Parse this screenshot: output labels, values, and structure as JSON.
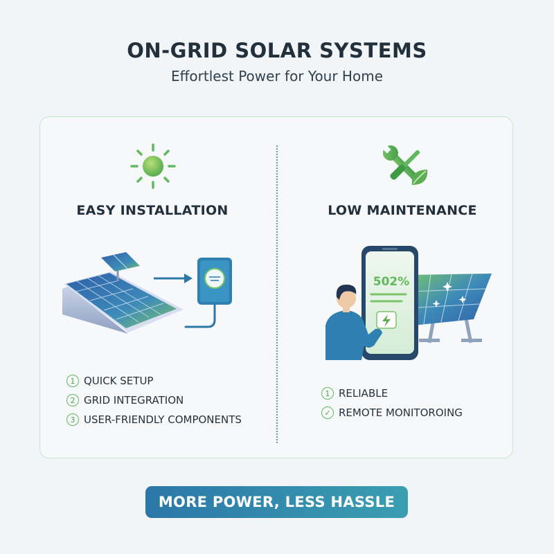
{
  "header": {
    "title": "ON-GRID SOLAR SYSTEMS",
    "subtitle": "Effortlest Power for Your Home"
  },
  "left_panel": {
    "icon": "sun-icon",
    "heading": "EASY INSTALLATION",
    "items": [
      {
        "marker": "1",
        "label": "QUICK SETUP"
      },
      {
        "marker": "2",
        "label": "GRID INTEGRATION"
      },
      {
        "marker": "3",
        "label": "USER-FRIENDLY COMPONENTS"
      }
    ]
  },
  "right_panel": {
    "icon": "wrench-leaf-icon",
    "heading": "LOW MAINTENANCE",
    "phone_reading": "502%",
    "items": [
      {
        "marker": "1",
        "label": "RELIABLE"
      },
      {
        "marker": "✓",
        "label": "REMOTE MONITOROING"
      }
    ]
  },
  "cta": {
    "label": "MORE POWER, LESS HASSLE"
  },
  "colors": {
    "accent_green": "#62b85e",
    "accent_blue": "#2b77a8",
    "panel_border": "#c5e6cc"
  }
}
